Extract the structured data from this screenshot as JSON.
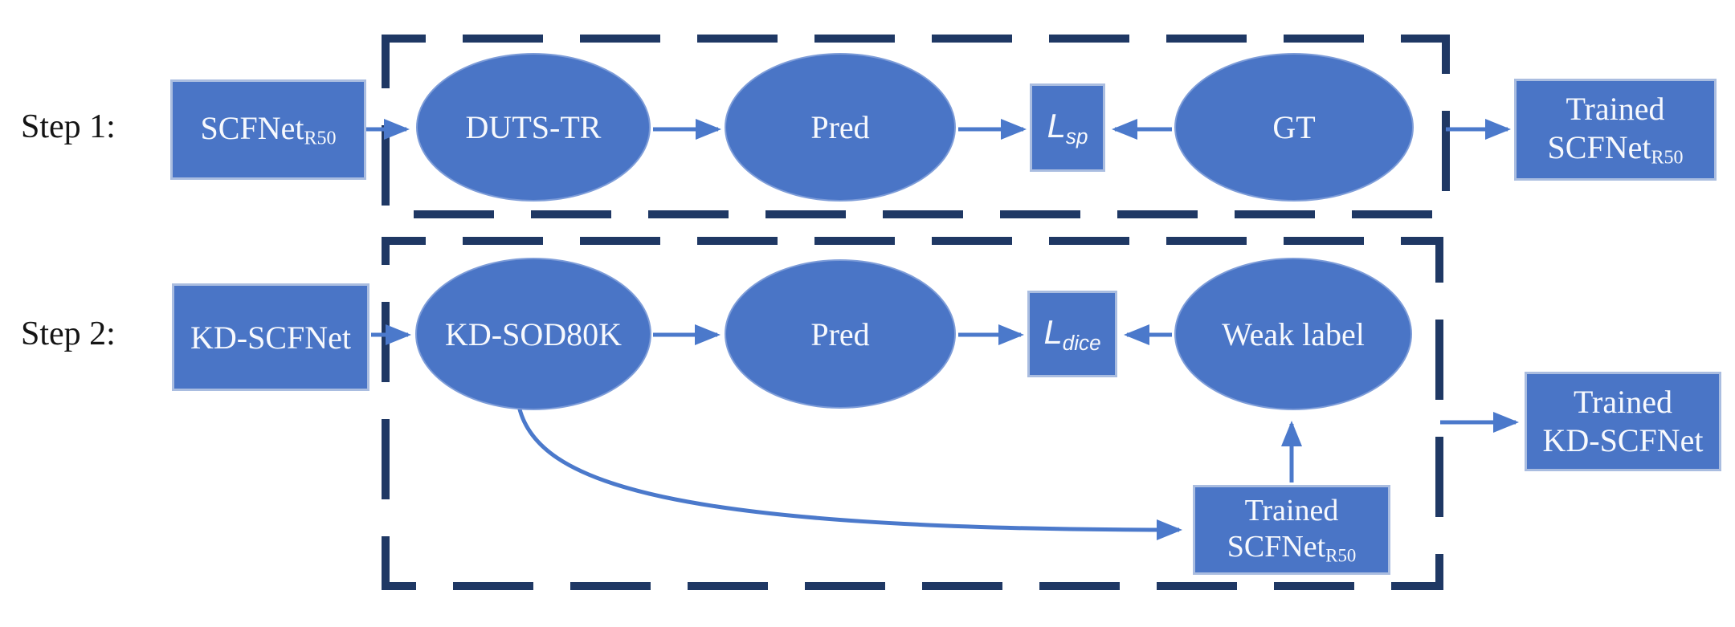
{
  "colors": {
    "node_fill": "#4A75C6",
    "rect_border": "#AABDE0",
    "ellipse_border": "#7D9CD8",
    "arrow": "#4B79CB",
    "dashed_boundary": "#1F3864",
    "node_text": "#F7F9FD",
    "step_text": "#141414",
    "background": "#FFFFFF"
  },
  "step1": {
    "label": "Step 1:",
    "model": {
      "name": "SCFNet",
      "subscript": "R50"
    },
    "dataset": "DUTS-TR",
    "prediction": "Pred",
    "loss": {
      "symbol": "L",
      "subscript": "sp"
    },
    "ground_truth": "GT",
    "output": {
      "line1": "Trained",
      "line2": "SCFNet",
      "subscript": "R50"
    }
  },
  "step2": {
    "label": "Step 2:",
    "model": {
      "name": "KD-SCFNet"
    },
    "dataset": "KD-SOD80K",
    "prediction": "Pred",
    "loss": {
      "symbol": "L",
      "subscript": "dice"
    },
    "weak_label": "Weak label",
    "teacher": {
      "line1": "Trained",
      "line2": "SCFNet",
      "subscript": "R50"
    },
    "output": {
      "line1": "Trained",
      "line2": "KD-SCFNet"
    }
  }
}
